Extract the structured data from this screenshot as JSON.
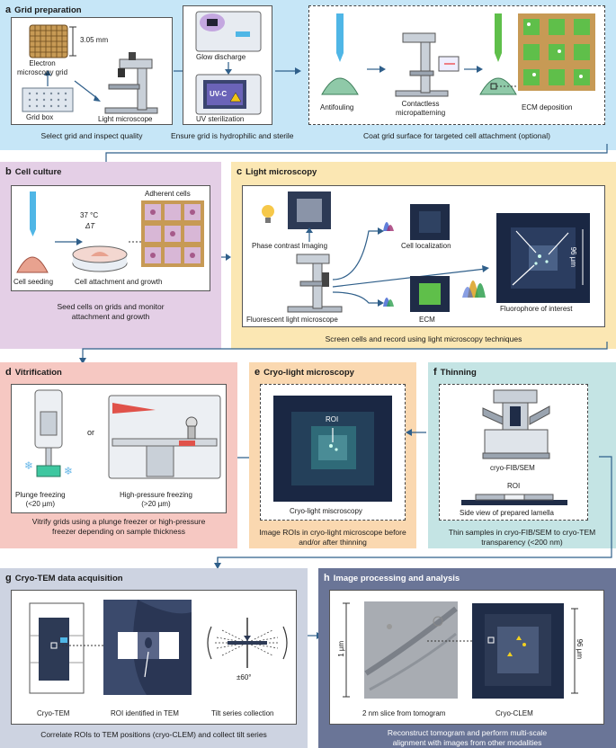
{
  "panels": {
    "a": {
      "letter": "a",
      "title": "Grid preparation",
      "grid_label": "Electron\nmicroscopy grid",
      "grid_size": "3.05 mm",
      "gridbox": "Grid box",
      "light_microscope": "Light microscope",
      "glow_discharge": "Glow discharge",
      "uvc": "UV-C",
      "uv_sterilization": "UV sterilization",
      "antifouling": "Antifouling",
      "contactless": "Contactless\nmicropatterning",
      "ecm_deposition": "ECM deposition",
      "foot1": "Select grid and inspect quality",
      "foot2": "Ensure grid is hydrophilic and sterile",
      "foot3": "Coat grid surface for targeted cell attachment (optional)"
    },
    "b": {
      "letter": "b",
      "title": "Cell culture",
      "temp": "37 °C",
      "delta_t": "ΔT",
      "adherent": "Adherent cells",
      "seeding": "Cell seeding",
      "attachment": "Cell attachment and growth",
      "foot": "Seed cells on grids and monitor\nattachment and growth"
    },
    "c": {
      "letter": "c",
      "title": "Light microscopy",
      "phase": "Phase contrast Imaging",
      "localization": "Cell localization",
      "flm": "Fluorescent light microscope",
      "ecm": "ECM",
      "fluorophore": "Fluorophore of interest",
      "scale": "96 µm",
      "foot": "Screen cells and record using light microscopy techniques"
    },
    "d": {
      "letter": "d",
      "title": "Vitrification",
      "or": "or",
      "plunge": "Plunge freezing\n(<20 µm)",
      "hpf": "High-pressure freezing\n(>20 µm)",
      "foot": "Vitrify grids using a plunge freezer or high-pressure\nfreezer depending on sample thickness"
    },
    "e": {
      "letter": "e",
      "title": "Cryo-light microscopy",
      "roi": "ROI",
      "caption": "Cryo-light miscroscopy",
      "foot": "Image ROIs in cryo-light microscope before\nand/or after thinning"
    },
    "f": {
      "letter": "f",
      "title": "Thinning",
      "fibsem": "cryo-FIB/SEM",
      "roi": "ROI",
      "lamella": "Side view of prepared lamella",
      "foot": "Thin samples in cryo-FIB/SEM to cryo-TEM\ntransparency (<200 nm)"
    },
    "g": {
      "letter": "g",
      "title": "Cryo-TEM data acquisition",
      "cryotem": "Cryo-TEM",
      "roi_tem": "ROI identified in TEM",
      "angle": "±60°",
      "tilt": "Tilt series collection",
      "foot": "Correlate ROIs to TEM positions (cryo-CLEM) and collect tilt series"
    },
    "h": {
      "letter": "h",
      "title": "Image processing and analysis",
      "um1": "1 µm",
      "slice": "2 nm slice from tomogram",
      "clem": "Cryo-CLEM",
      "scale": "96 µm",
      "foot": "Reconstruct tomogram and perform multi-scale\nalignment with images from other modalities"
    }
  },
  "colors": {
    "a_bg": "#c6e6f7",
    "b_bg": "#e4cfe6",
    "c_bg": "#fbe7b3",
    "d_bg": "#f6c8c2",
    "e_bg": "#fad8b0",
    "f_bg": "#c4e4e4",
    "g_bg": "#cdd3e1",
    "h_bg": "#6a7597",
    "dark_navy": "#22304f",
    "ecm_green": "#5fbf4a",
    "pipette_blue": "#4fb6e6"
  }
}
